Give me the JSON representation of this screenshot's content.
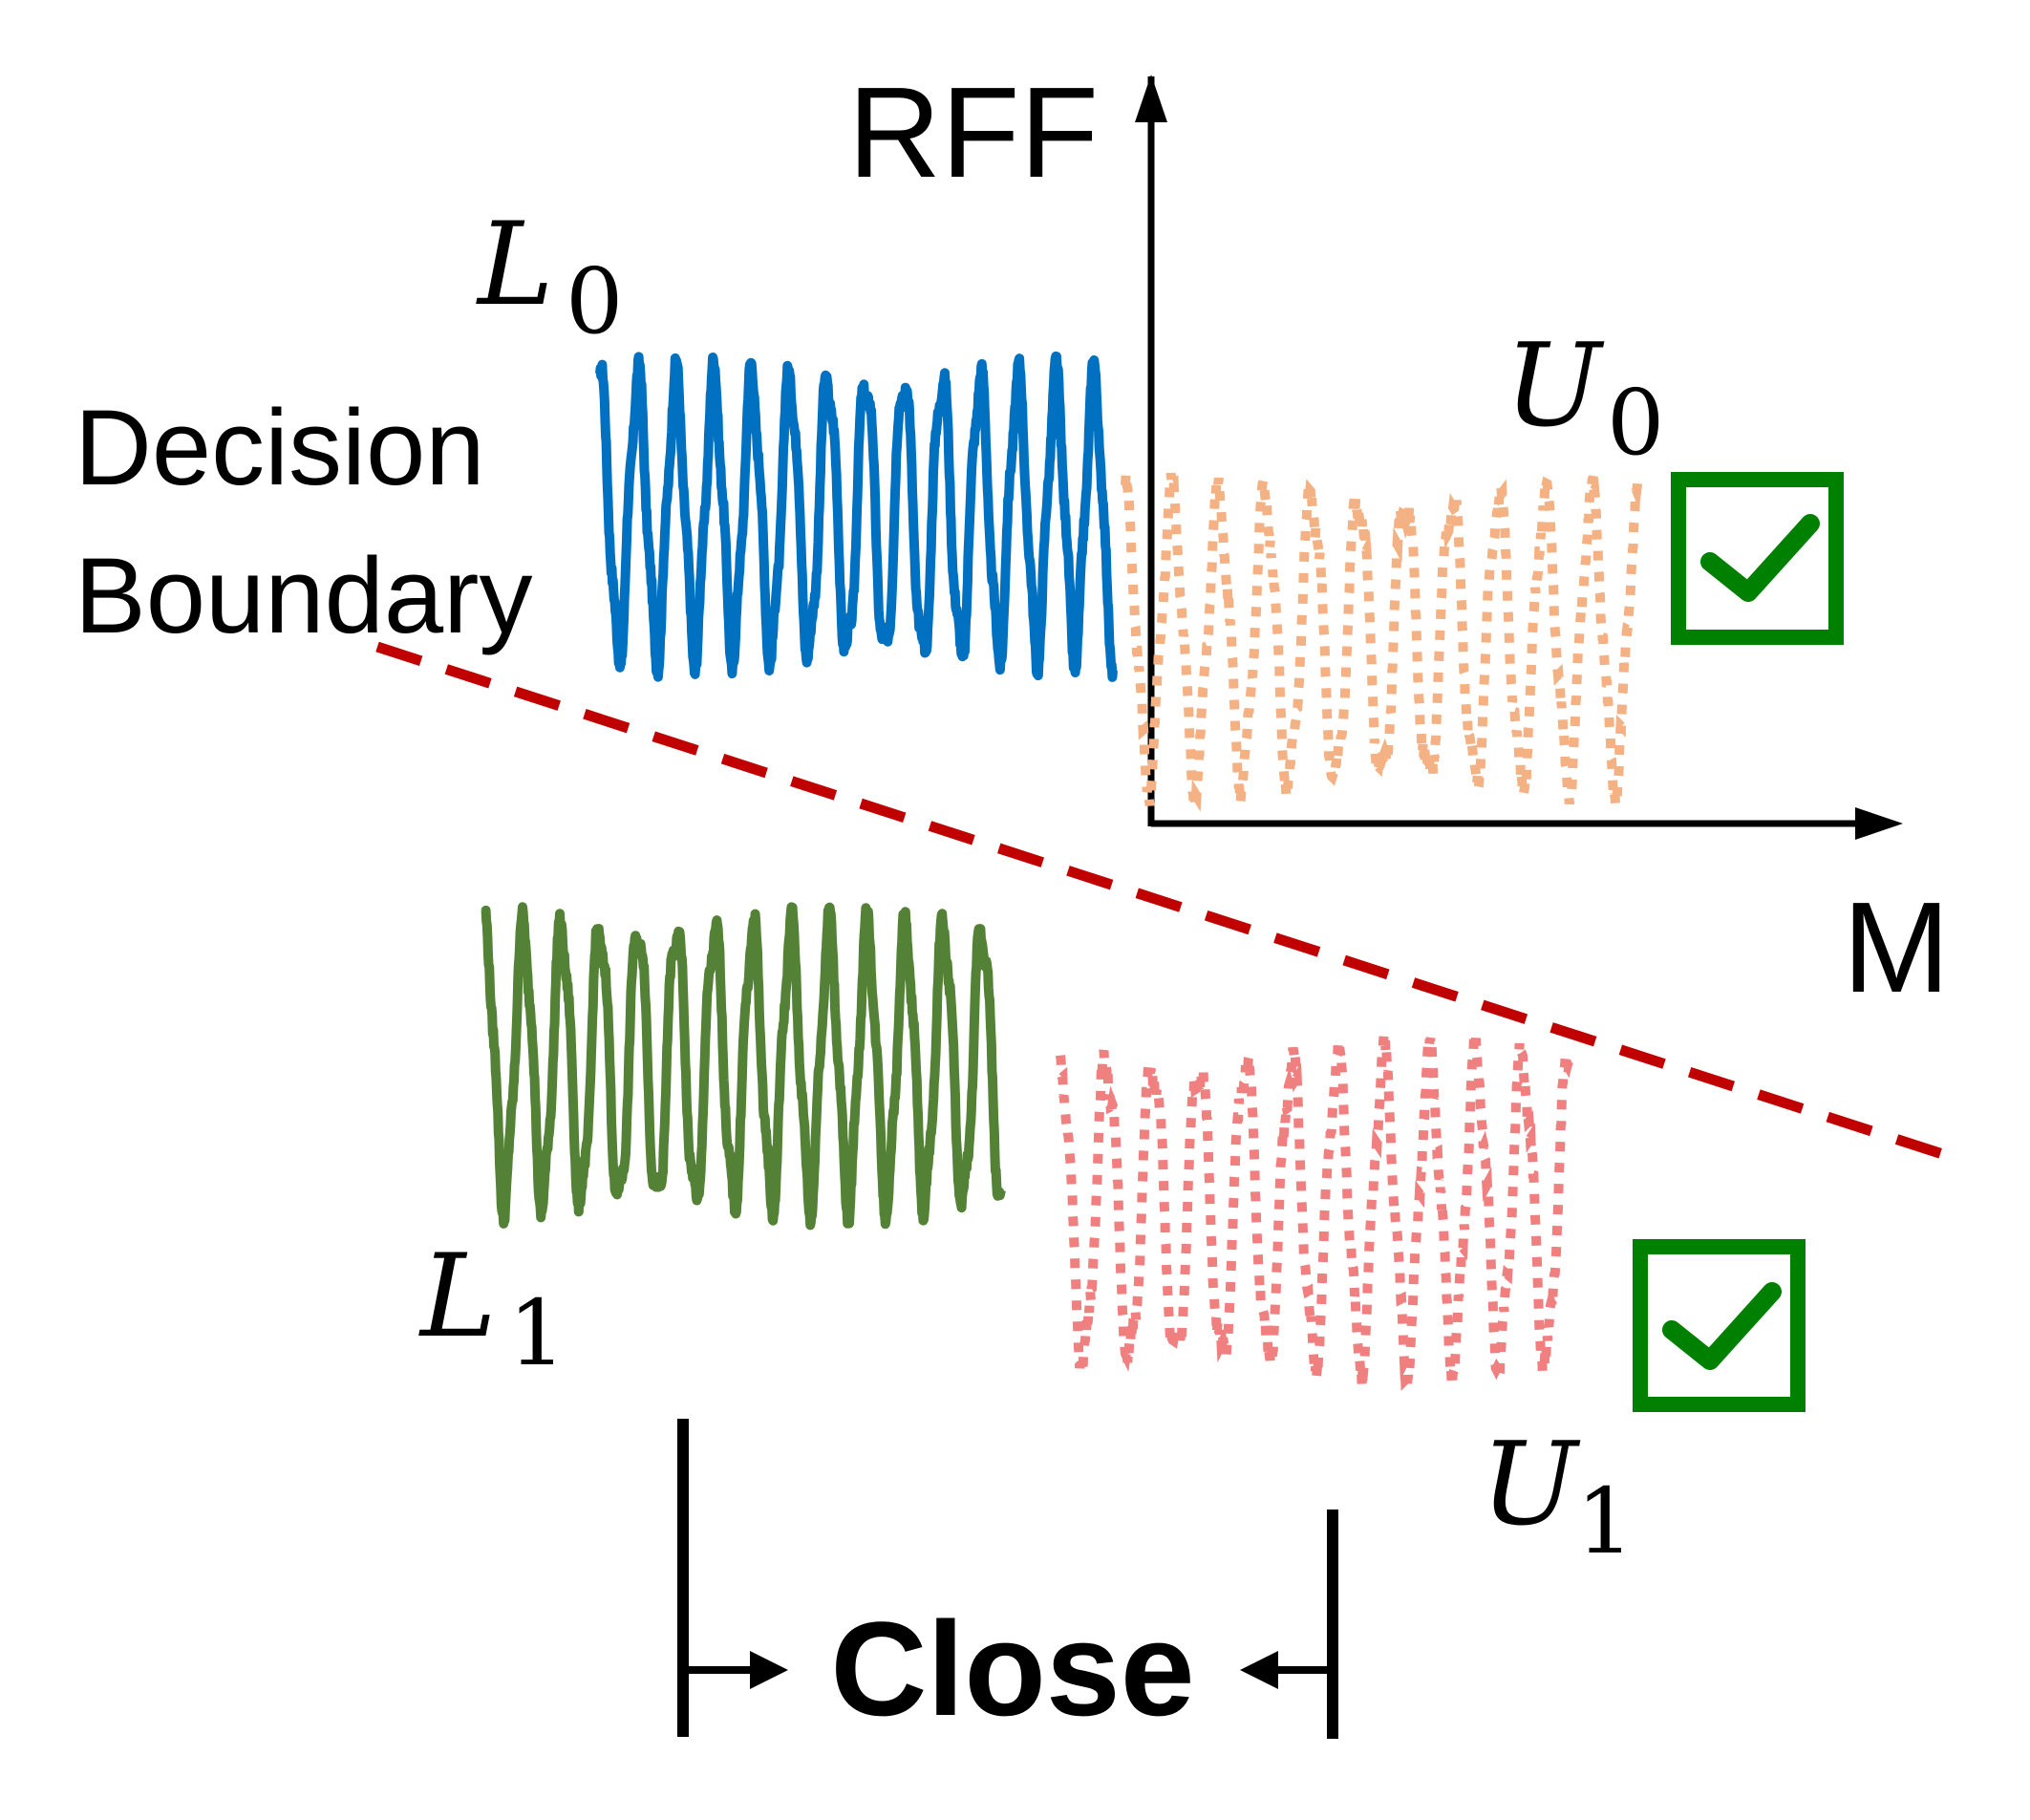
{
  "axes": {
    "y_label": "RFF",
    "x_label": "M",
    "color": "#000000"
  },
  "decision_boundary": {
    "label_line1": "Decision",
    "label_line2": "Boundary",
    "color": "#c00000",
    "style": "dashed"
  },
  "signals": [
    {
      "id": "L0",
      "letter": "L",
      "subscript": "0",
      "color": "#0070c0",
      "style": "solid"
    },
    {
      "id": "U0",
      "letter": "U",
      "subscript": "0",
      "color": "#f4b183",
      "style": "dotted"
    },
    {
      "id": "L1",
      "letter": "L",
      "subscript": "1",
      "color": "#538135",
      "style": "solid"
    },
    {
      "id": "U1",
      "letter": "U",
      "subscript": "1",
      "color": "#f08080",
      "style": "dotted"
    }
  ],
  "checkmarks": [
    {
      "id": "U0",
      "icon": "checkbox-check-icon",
      "color": "#008000"
    },
    {
      "id": "U1",
      "icon": "checkbox-check-icon",
      "color": "#008000"
    }
  ],
  "distance_marker": {
    "label": "Close",
    "icon": "inward-arrows-icon"
  }
}
